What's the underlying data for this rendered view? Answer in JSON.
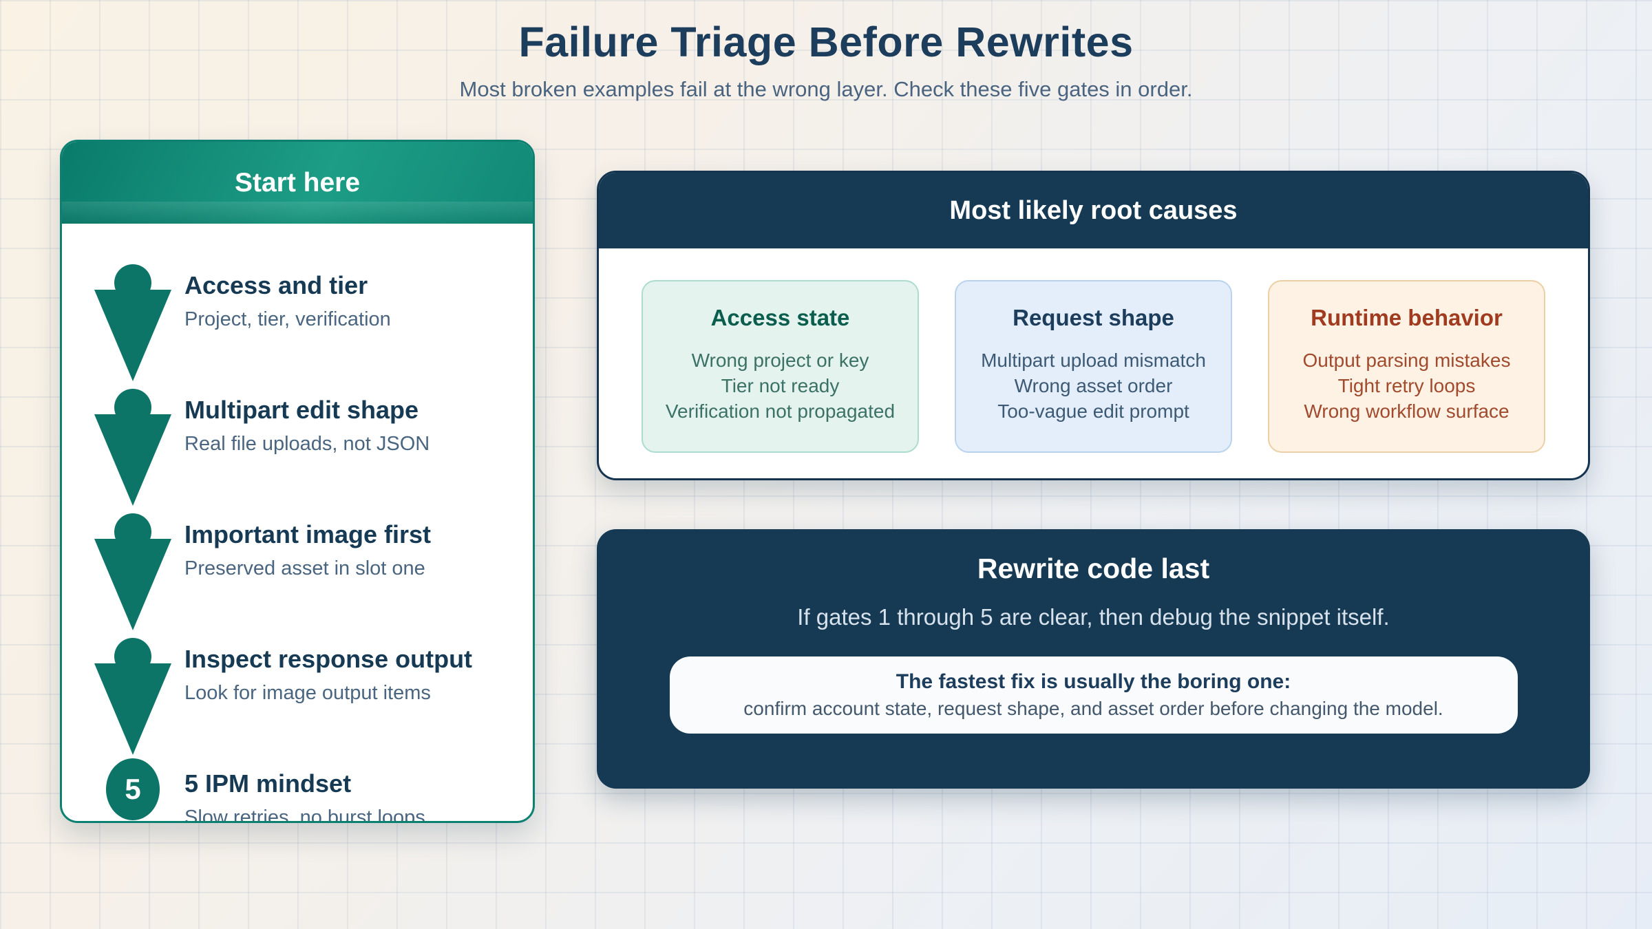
{
  "page": {
    "title": "Failure Triage Before Rewrites",
    "subtitle": "Most broken examples fail at the wrong layer. Check these five gates in order."
  },
  "flow": {
    "header": "Start here",
    "steps": [
      {
        "title": "Access and tier",
        "subtitle": "Project, tier, verification"
      },
      {
        "title": "Multipart edit shape",
        "subtitle": "Real file uploads, not JSON"
      },
      {
        "title": "Important image first",
        "subtitle": "Preserved asset in slot one"
      },
      {
        "title": "Inspect response output",
        "subtitle": "Look for image output items"
      },
      {
        "title": "5 IPM mindset",
        "subtitle": "Slow retries, no burst loops",
        "badge": "5"
      }
    ]
  },
  "root_causes": {
    "header": "Most likely root causes",
    "cards": [
      {
        "title": "Access state",
        "items": [
          "Wrong project or key",
          "Tier not ready",
          "Verification not propagated"
        ],
        "accent_color": "#0b5d4e",
        "bg_color": "#e4f3ee",
        "border_color": "#abdccf"
      },
      {
        "title": "Request shape",
        "items": [
          "Multipart upload mismatch",
          "Wrong asset order",
          "Too-vague edit prompt"
        ],
        "accent_color": "#1d3d5c",
        "bg_color": "#e4eefb",
        "border_color": "#b9d3ef"
      },
      {
        "title": "Runtime behavior",
        "items": [
          "Output parsing mistakes",
          "Tight retry loops",
          "Wrong workflow surface"
        ],
        "accent_color": "#a03b20",
        "bg_color": "#fdf2e3",
        "border_color": "#eccfa5"
      }
    ]
  },
  "rewrite_last": {
    "header": "Rewrite code last",
    "body": "If gates 1 through 5 are clear, then debug the snippet itself.",
    "note_title": "The fastest fix is usually the boring one:",
    "note_body": "confirm account state, request shape, and asset order before changing the model."
  },
  "colors": {
    "teal_primary": "#0d7568",
    "teal_border": "#0c8071",
    "navy_panel": "#163a54",
    "title_navy": "#1d3d5c",
    "muted_blue_text": "#4a6580",
    "bg_warm": "#f9f2e5",
    "bg_cool": "#e7edf6"
  }
}
